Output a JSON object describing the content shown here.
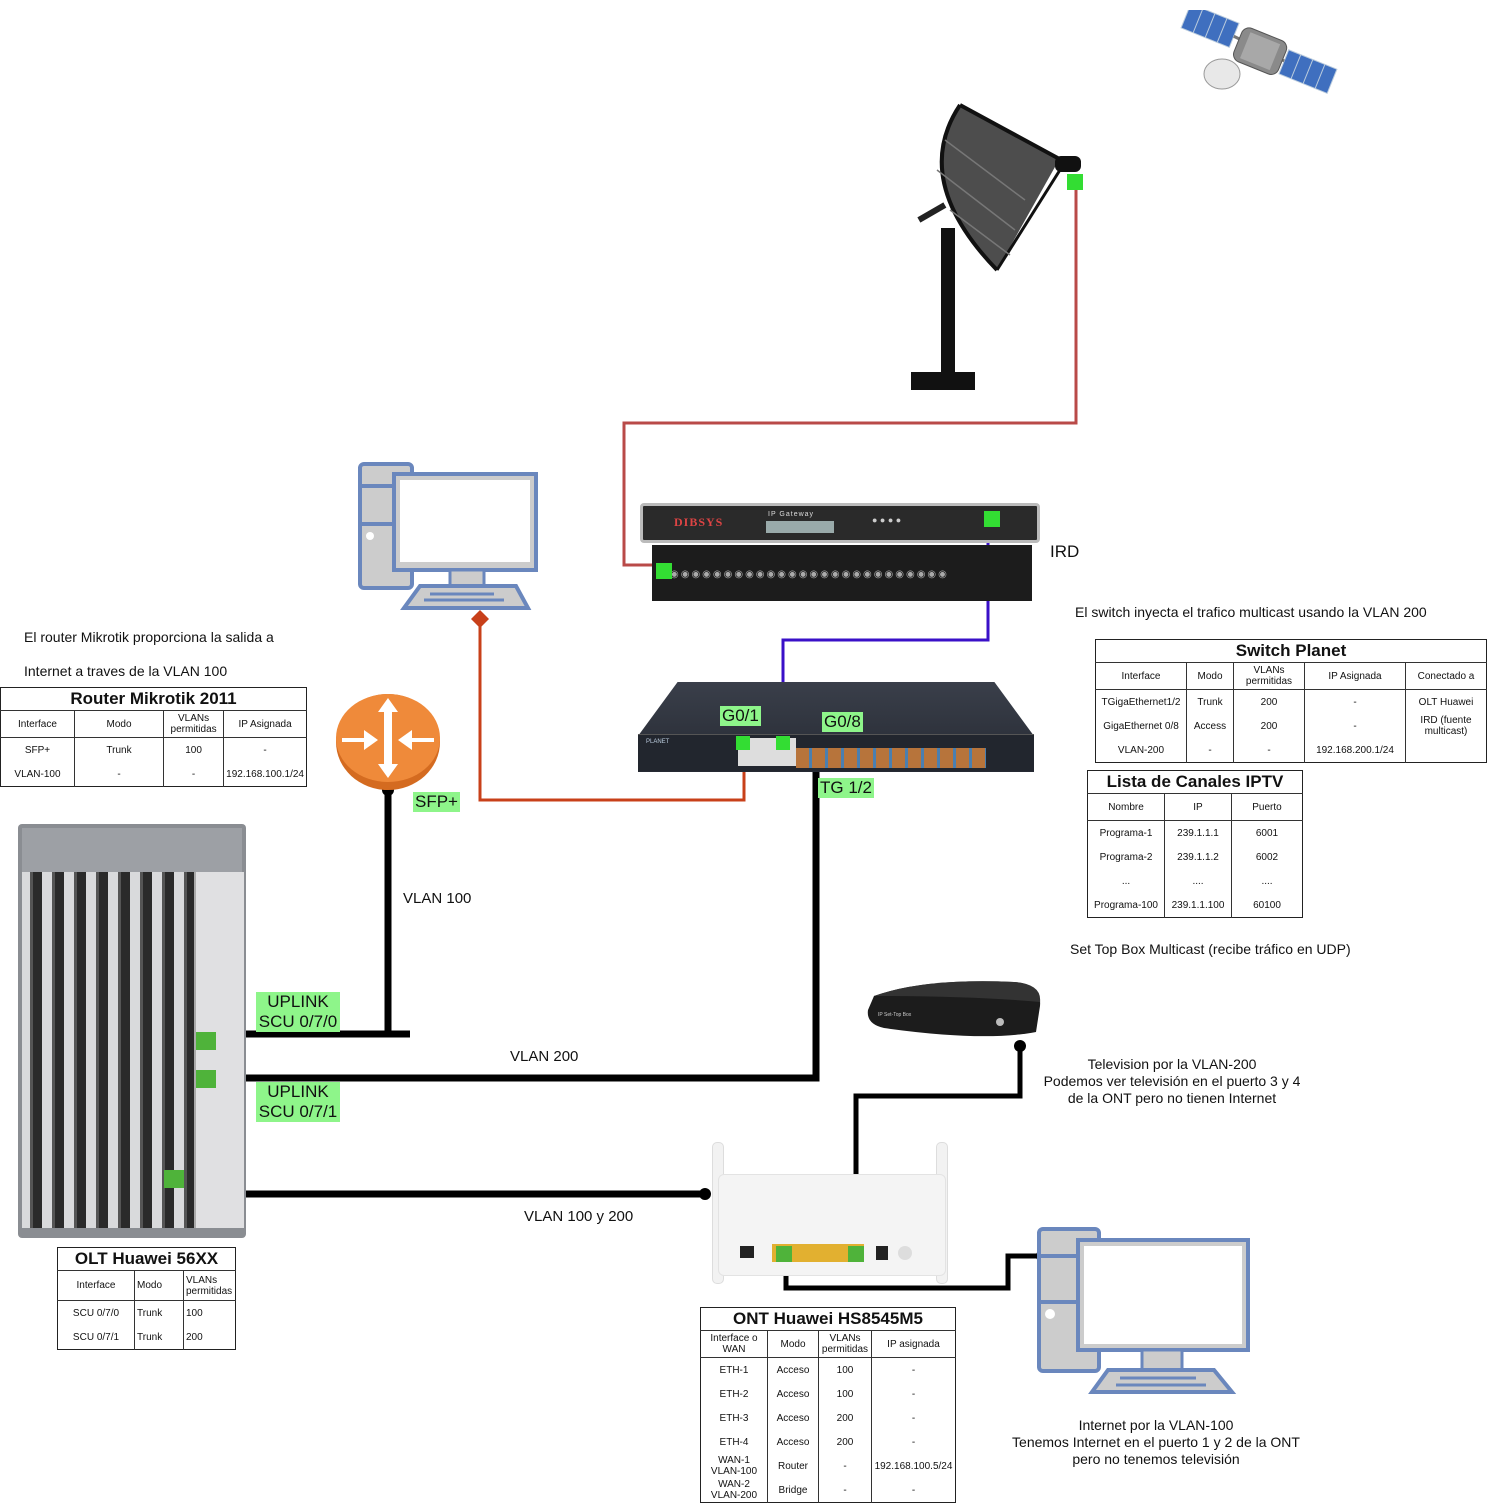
{
  "notes": {
    "mikrotik_line1": "El router Mikrotik proporciona la salida a",
    "mikrotik_line2": "Internet a traves de la VLAN 100",
    "switch_note": "El switch inyecta el trafico multicast usando la VLAN 200",
    "stb_note": "Set Top Box Multicast (recibe tráfico en UDP)",
    "tv_note": [
      "Television por la VLAN-200",
      "Podemos ver televisión en el puerto 3 y 4",
      "de la ONT pero no tienen Internet"
    ],
    "internet_note": [
      "Internet por la VLAN-100",
      "Tenemos Internet en el puerto 1 y 2 de la ONT",
      "pero no tenemos televisión"
    ]
  },
  "devices": {
    "ird_label": "IRD",
    "ird_brand": "DIBSYS",
    "ird_display": "IP Gateway"
  },
  "port_tags": {
    "g0_1": "G0/1",
    "g0_8": "G0/8",
    "tg_1_2": "TG 1/2",
    "sfp_plus": "SFP+",
    "uplink_0": [
      "UPLINK",
      "SCU 0/7/0"
    ],
    "uplink_1": [
      "UPLINK",
      "SCU 0/7/1"
    ]
  },
  "link_labels": {
    "vlan100": "VLAN 100",
    "vlan200": "VLAN 200",
    "vlan100_200": "VLAN 100 y 200"
  },
  "colors": {
    "sat_link": "#b94a48",
    "ird_switch_link": "#3a10c8",
    "pc_switch_link": "#c8401a",
    "ethernet": "#000000",
    "port_highlight": "#33dd33",
    "tag_bg": "#8ef58a",
    "router_orange": "#ef8a3a",
    "pc_blue": "#6a87bd"
  },
  "tables": {
    "mikrotik": {
      "title": "Router Mikrotik 2011",
      "headers": [
        "Interface",
        "Modo",
        "VLANs permitidas",
        "IP Asignada"
      ],
      "rows": [
        [
          "SFP+",
          "Trunk",
          "100",
          "-"
        ],
        [
          "VLAN-100",
          "-",
          "-",
          "192.168.100.1/24"
        ]
      ]
    },
    "switch": {
      "title": "Switch Planet",
      "headers": [
        "Interface",
        "Modo",
        "VLANs permitidas",
        "IP Asignada",
        "Conectado a"
      ],
      "rows": [
        [
          "TGigaEthernet1/2",
          "Trunk",
          "200",
          "-",
          "OLT Huawei"
        ],
        [
          "GigaEthernet 0/8",
          "Access",
          "200",
          "-",
          "IRD (fuente multicast)"
        ],
        [
          "VLAN-200",
          "-",
          "-",
          "192.168.200.1/24",
          ""
        ]
      ]
    },
    "iptv": {
      "title": "Lista de Canales IPTV",
      "headers": [
        "Nombre",
        "IP",
        "Puerto"
      ],
      "rows": [
        [
          "Programa-1",
          "239.1.1.1",
          "6001"
        ],
        [
          "Programa-2",
          "239.1.1.2",
          "6002"
        ],
        [
          "...",
          "....",
          "...."
        ],
        [
          "Programa-100",
          "239.1.1.100",
          "60100"
        ]
      ]
    },
    "olt": {
      "title": "OLT Huawei 56XX",
      "headers": [
        "Interface",
        "Modo",
        "VLANs permitidas"
      ],
      "rows": [
        [
          "SCU 0/7/0",
          "Trunk",
          "100"
        ],
        [
          "SCU 0/7/1",
          "Trunk",
          "200"
        ]
      ]
    },
    "ont": {
      "title": "ONT Huawei HS8545M5",
      "headers": [
        "Interface o WAN",
        "Modo",
        "VLANs permitidas",
        "IP asignada"
      ],
      "rows": [
        [
          "ETH-1",
          "Acceso",
          "100",
          "-"
        ],
        [
          "ETH-2",
          "Acceso",
          "100",
          "-"
        ],
        [
          "ETH-3",
          "Acceso",
          "200",
          "-"
        ],
        [
          "ETH-4",
          "Acceso",
          "200",
          "-"
        ],
        [
          "WAN-1 VLAN-100",
          "Router",
          "-",
          "192.168.100.5/24"
        ],
        [
          "WAN-2 VLAN-200",
          "Bridge",
          "-",
          "-"
        ]
      ]
    }
  }
}
